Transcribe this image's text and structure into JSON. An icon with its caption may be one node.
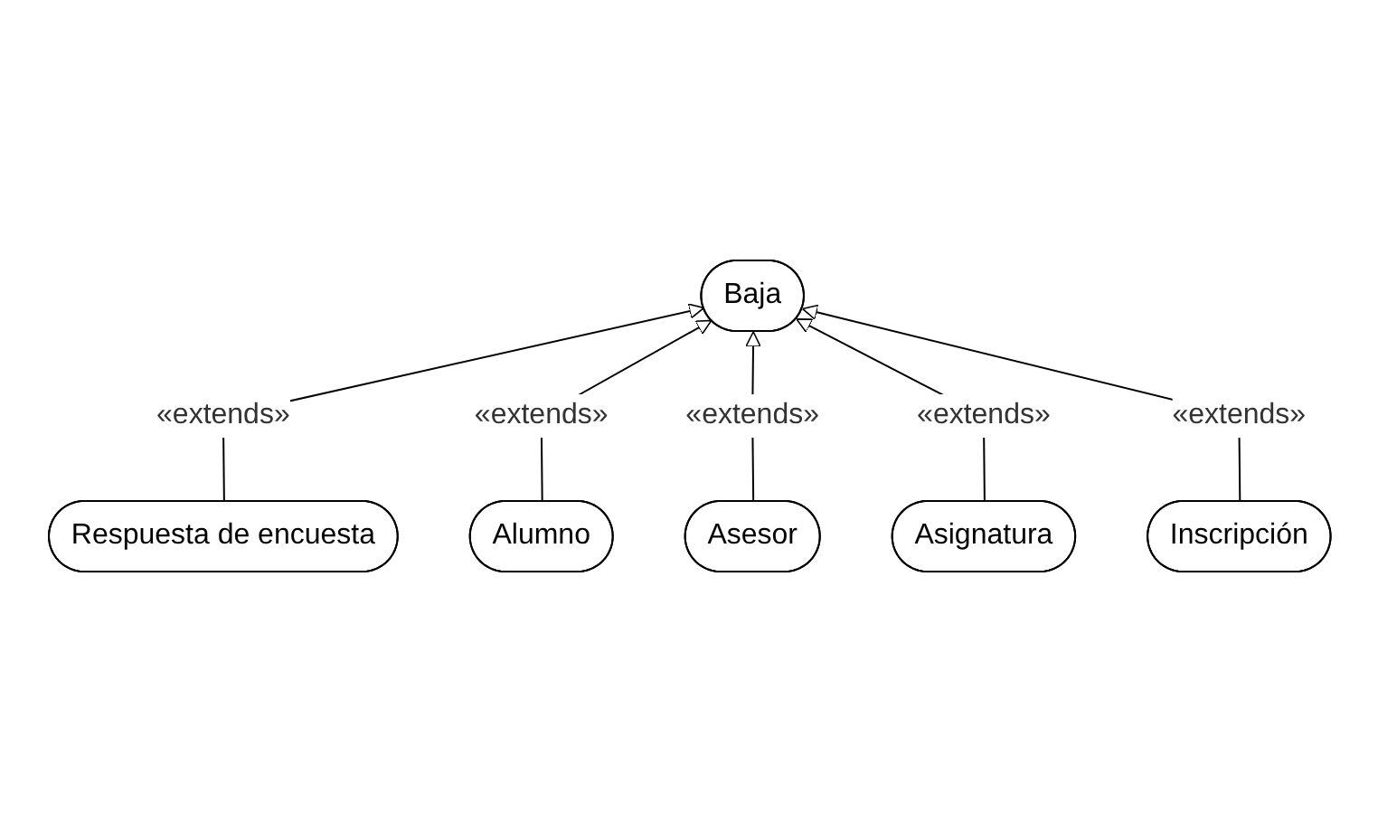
{
  "diagram": {
    "nodes": [
      {
        "text": [
          "Respuesta de encuesta"
        ]
      },
      {
        "text": [
          "Baja"
        ]
      },
      {
        "text": [
          "Alumno"
        ]
      },
      {
        "text": [
          "Asesor"
        ]
      },
      {
        "text": [
          "Asignatura"
        ]
      },
      {
        "text": [
          "Inscripción"
        ]
      }
    ],
    "edges": [
      {
        "from": 0,
        "to": 1,
        "arrow": "to",
        "label": "«extends»"
      },
      {
        "from": 2,
        "to": 1,
        "arrow": "to",
        "label": "«extends»"
      },
      {
        "from": 3,
        "to": 1,
        "arrow": "to",
        "label": "«extends»"
      },
      {
        "from": 4,
        "to": 1,
        "arrow": "to",
        "label": "«extends»"
      },
      {
        "from": 5,
        "to": 1,
        "arrow": "to",
        "label": "«extends»"
      }
    ]
  }
}
